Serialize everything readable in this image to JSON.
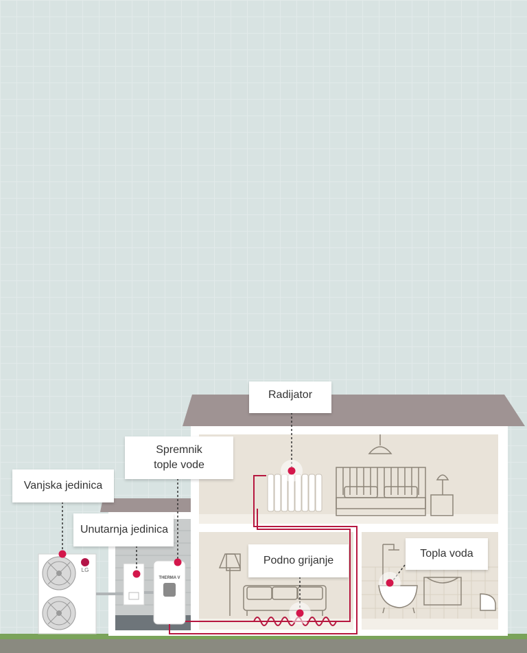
{
  "labels": {
    "radiator": "Radijator",
    "tank": "Spremnik\ntople vode",
    "outdoor": "Vanjska jedinica",
    "indoor": "Unutarnja jedinica",
    "floor": "Podno grijanje",
    "hot_water": "Topla voda"
  },
  "branding": {
    "outdoor_brand": "LG",
    "tank_brand": "THERMA V"
  },
  "colors": {
    "sky": "#d8e3e2",
    "roof": "#9f9393",
    "wall": "#ffffff",
    "room": "#e9e3d9",
    "pipe": "#b6173f",
    "hotspot": "#d3174b",
    "ground": "#8a8a80",
    "grass": "#7aa35a"
  },
  "icons": {
    "hotspot": "pink-dot-icon",
    "fan": "fan-icon"
  }
}
